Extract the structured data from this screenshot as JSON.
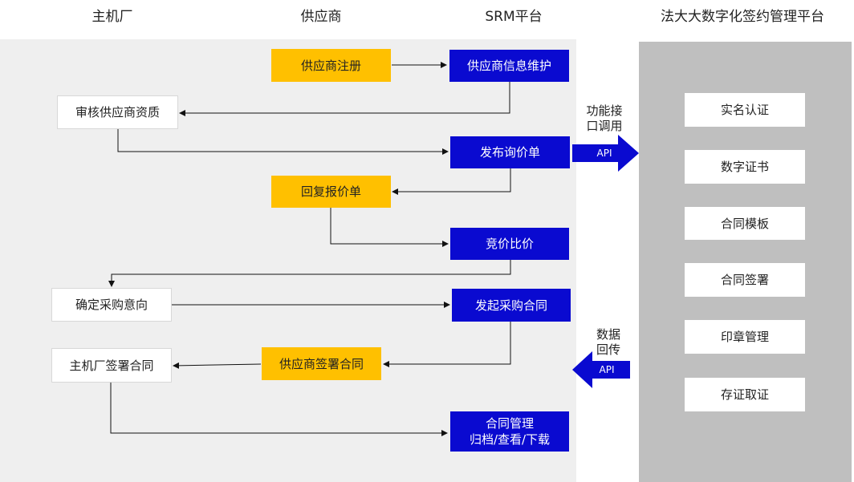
{
  "headers": {
    "oem": "主机厂",
    "supplier": "供应商",
    "srm": "SRM平台",
    "fadada": "法大大数字化签约管理平台"
  },
  "flow": {
    "supplier_register": "供应商注册",
    "supplier_info": "供应商信息维护",
    "audit_supplier": "审核供应商资质",
    "publish_rfq": "发布询价单",
    "reply_quote": "回复报价单",
    "bidding": "竞价比价",
    "confirm_intent": "确定采购意向",
    "initiate_contract": "发起采购合同",
    "oem_sign": "主机厂签署合同",
    "supplier_sign": "供应商签署合同",
    "contract_mgmt_line1": "合同管理",
    "contract_mgmt_line2": "归档/查看/下载"
  },
  "platform_items": [
    "实名认证",
    "数字证书",
    "合同模板",
    "合同签署",
    "印章管理",
    "存证取证"
  ],
  "api": {
    "out_label_line1": "功能接",
    "out_label_line2": "口调用",
    "out_badge": "API",
    "in_label_line1": "数据",
    "in_label_line2": "回传",
    "in_badge": "API"
  },
  "colors": {
    "supplier_box": "#ffc000",
    "srm_box": "#0a0ad0",
    "panel_left": "#efefef",
    "panel_right": "#bfbfbf"
  }
}
